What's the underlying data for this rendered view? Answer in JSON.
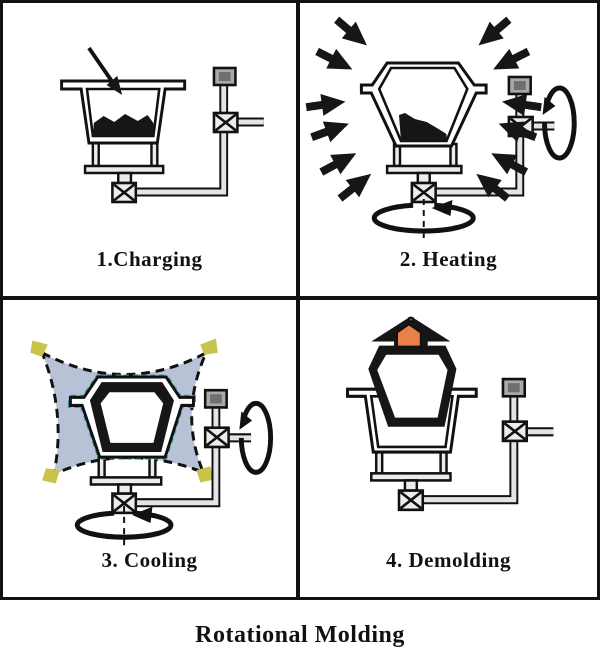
{
  "figure": {
    "title": "Rotational Molding",
    "steps": [
      {
        "name": "charging",
        "label": "1.Charging"
      },
      {
        "name": "heating",
        "label": "2. Heating"
      },
      {
        "name": "cooling",
        "label": "3. Cooling"
      },
      {
        "name": "demolding",
        "label": "4. Demolding"
      }
    ]
  },
  "icons": {
    "charge-arrow-icon": "↘",
    "heat-arrow-icon": "➤",
    "rotation-arrow-icon": "↻",
    "spin-axis-arrow-icon": "⟲",
    "demold-arrow-icon": "⬆",
    "spray-nozzle-icon": "✦"
  },
  "colors": {
    "line": "#111111",
    "machine_fill": "#ececec",
    "pipe_fill": "#e4e4e4",
    "motor_gray": "#a9a9a9",
    "motor_dark": "#6f6f6f",
    "material": "#161616",
    "cooling_blue": "#b7c2d7",
    "nozzle_yellow": "#c8c34a",
    "teal_accent": "#2fa29b",
    "part_orange": "#e8804a",
    "background": "#ffffff"
  }
}
